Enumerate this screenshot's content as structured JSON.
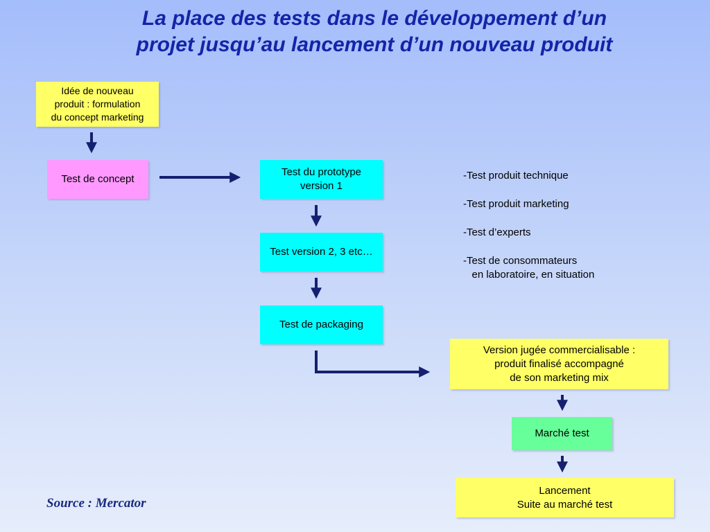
{
  "title": {
    "line1": "La place des tests dans le développement d’un",
    "line2": "projet jusqu’au lancement d’un nouveau produit"
  },
  "boxes": {
    "idea": "Idée de nouveau\nproduit : formulation\ndu concept marketing",
    "concept_test": "Test de concept",
    "prototype_test": "Test du prototype\nversion 1",
    "version_test": "Test version 2, 3 etc…",
    "packaging_test": "Test de packaging",
    "commercial_version": "Version jugée commercialisable :\nproduit finalisé accompagné\nde son marketing mix",
    "market_test": "Marché test",
    "launch": "Lancement\nSuite au marché test"
  },
  "test_list": [
    "-Test produit technique",
    "-Test produit marketing",
    "-Test d’experts",
    "-Test de consommateurs",
    "   en laboratoire, en situation"
  ],
  "source": "Source : Mercator",
  "colors": {
    "title": "#1424a8",
    "arrow": "#152070",
    "yellow_box": "#ffff66",
    "pink_box": "#ff99ff",
    "cyan_box": "#00ffff",
    "green_box": "#66ff99"
  }
}
